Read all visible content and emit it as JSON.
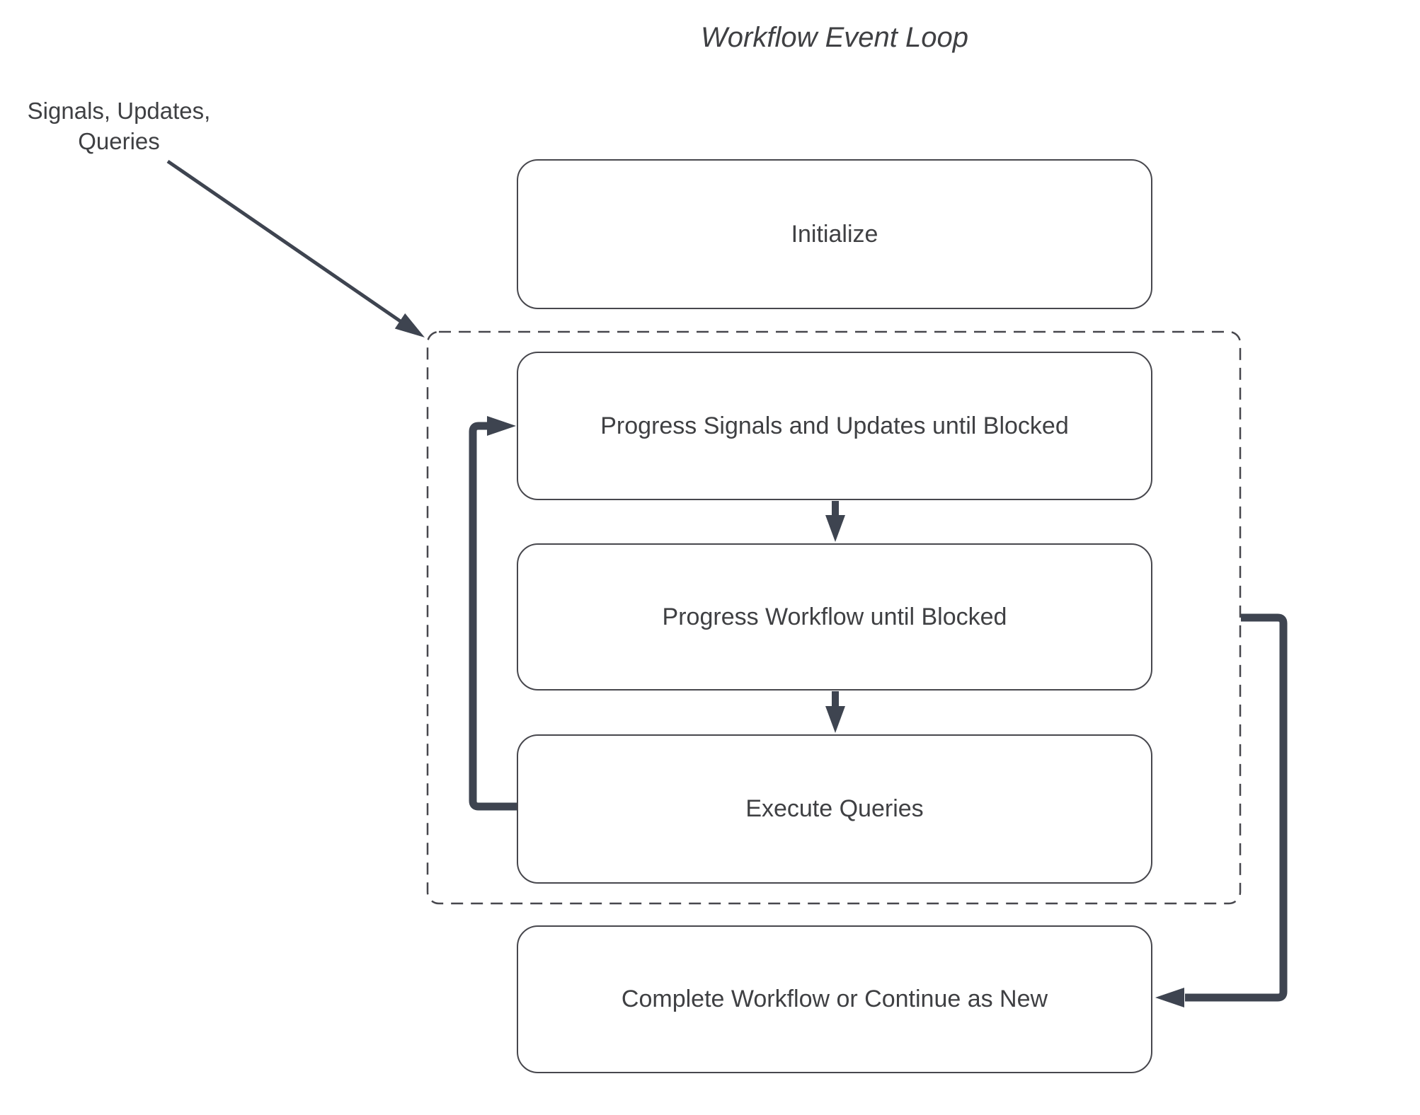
{
  "diagram": {
    "title": "Workflow Event Loop",
    "input_label_line1": "Signals, Updates,",
    "input_label_line2": "Queries",
    "nodes": [
      {
        "id": "initialize",
        "label": "Initialize"
      },
      {
        "id": "progress-signals",
        "label": "Progress Signals and Updates until Blocked"
      },
      {
        "id": "progress-workflow",
        "label": "Progress Workflow until Blocked"
      },
      {
        "id": "execute-queries",
        "label": "Execute Queries"
      },
      {
        "id": "complete-workflow",
        "label": "Complete Workflow or Continue as New"
      }
    ],
    "edges": [
      {
        "from": "signals-updates-queries-label",
        "to": "event-loop-container",
        "style": "thin-arrow"
      },
      {
        "from": "progress-signals",
        "to": "progress-workflow",
        "style": "short-down-arrow"
      },
      {
        "from": "progress-workflow",
        "to": "execute-queries",
        "style": "short-down-arrow"
      },
      {
        "from": "execute-queries",
        "to": "progress-signals",
        "style": "thick-loopback-left"
      },
      {
        "from": "event-loop-container",
        "to": "complete-workflow",
        "style": "thick-elbow-right"
      }
    ],
    "container": {
      "id": "event-loop-container",
      "border_style": "dashed"
    },
    "colors": {
      "background": "#FFFFFF",
      "text": "#3F4043",
      "node_border": "#47474D",
      "dashed_border": "#47474D",
      "arrow": "#3E4450"
    }
  }
}
